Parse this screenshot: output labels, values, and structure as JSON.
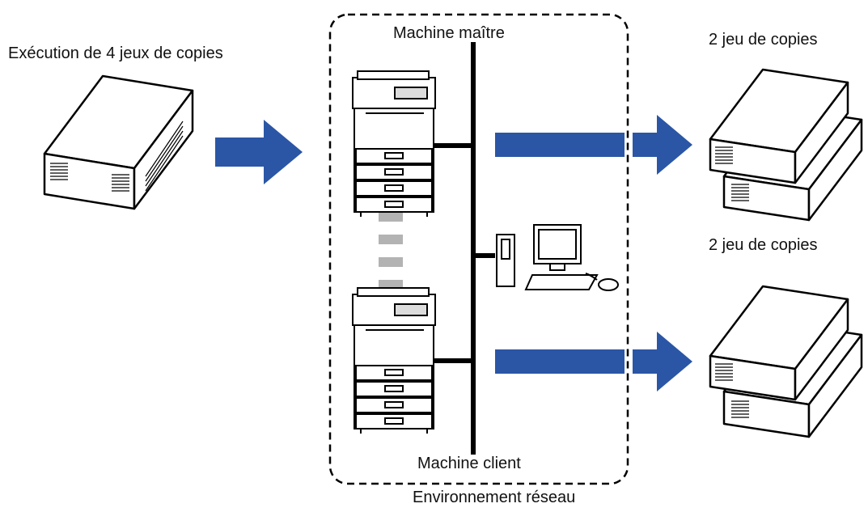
{
  "labels": {
    "source": "Exécution de 4 jeux de copies",
    "master": "Machine maître",
    "client": "Machine client",
    "network": "Environnement réseau",
    "output_top": "2 jeu de copies",
    "output_bottom": "2 jeu de copies"
  },
  "colors": {
    "arrow": "#2b56a6",
    "line": "#000000",
    "dash_connector": "#b3b3b3"
  },
  "icons": [
    "paper-stack-icon",
    "arrow-right-icon",
    "copier-icon",
    "computer-icon"
  ]
}
